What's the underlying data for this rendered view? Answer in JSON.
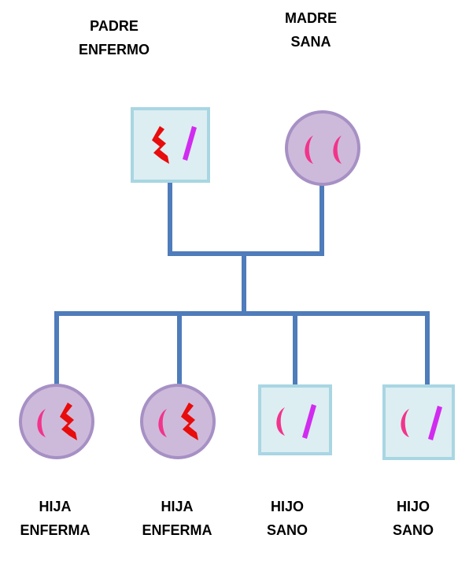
{
  "parents": {
    "father": {
      "line1": "PADRE",
      "line2": "ENFERMO"
    },
    "mother": {
      "line1": "MADRE",
      "line2": "SANA"
    }
  },
  "children": [
    {
      "line1": "HIJA",
      "line2": "ENFERMA"
    },
    {
      "line1": "HIJA",
      "line2": "ENFERMA"
    },
    {
      "line1": "HIJO",
      "line2": "SANO"
    },
    {
      "line1": "HIJO",
      "line2": "SANO"
    }
  ],
  "colors": {
    "connector": "#4f7cba",
    "male_fill": "#dceef2",
    "male_border": "#a9d6e3",
    "female_fill": "#cdbadb",
    "female_border": "#a690c4",
    "x_chromosome": "#f2348c",
    "y_chromosome": "#d12bf0",
    "affected_x": "#e80c0c"
  }
}
